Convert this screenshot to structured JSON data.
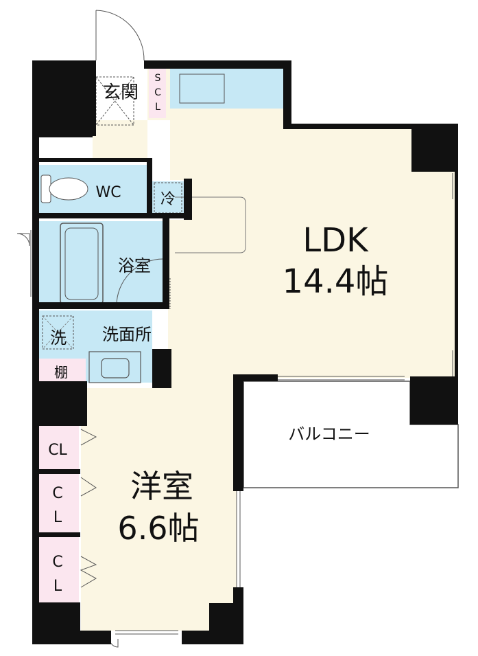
{
  "rooms": {
    "genkan": "玄関",
    "scl": [
      "S",
      "C",
      "L"
    ],
    "wc": "WC",
    "fridge": "冷",
    "ldk_name": "LDK",
    "ldk_size": "14.4帖",
    "bath": "浴室",
    "washer": "洗",
    "washroom": "洗面所",
    "shelf": "棚",
    "balcony": "バルコニー",
    "bedroom_name": "洋室",
    "bedroom_size": "6.6帖",
    "closets": [
      {
        "lines": [
          "CL"
        ]
      },
      {
        "lines": [
          "C",
          "L"
        ]
      },
      {
        "lines": [
          "C",
          "L"
        ]
      }
    ]
  },
  "colors": {
    "floor": "#fbf6e3",
    "water": "#c6e8f5",
    "storage": "#fbe6ef",
    "wall": "#111111"
  }
}
